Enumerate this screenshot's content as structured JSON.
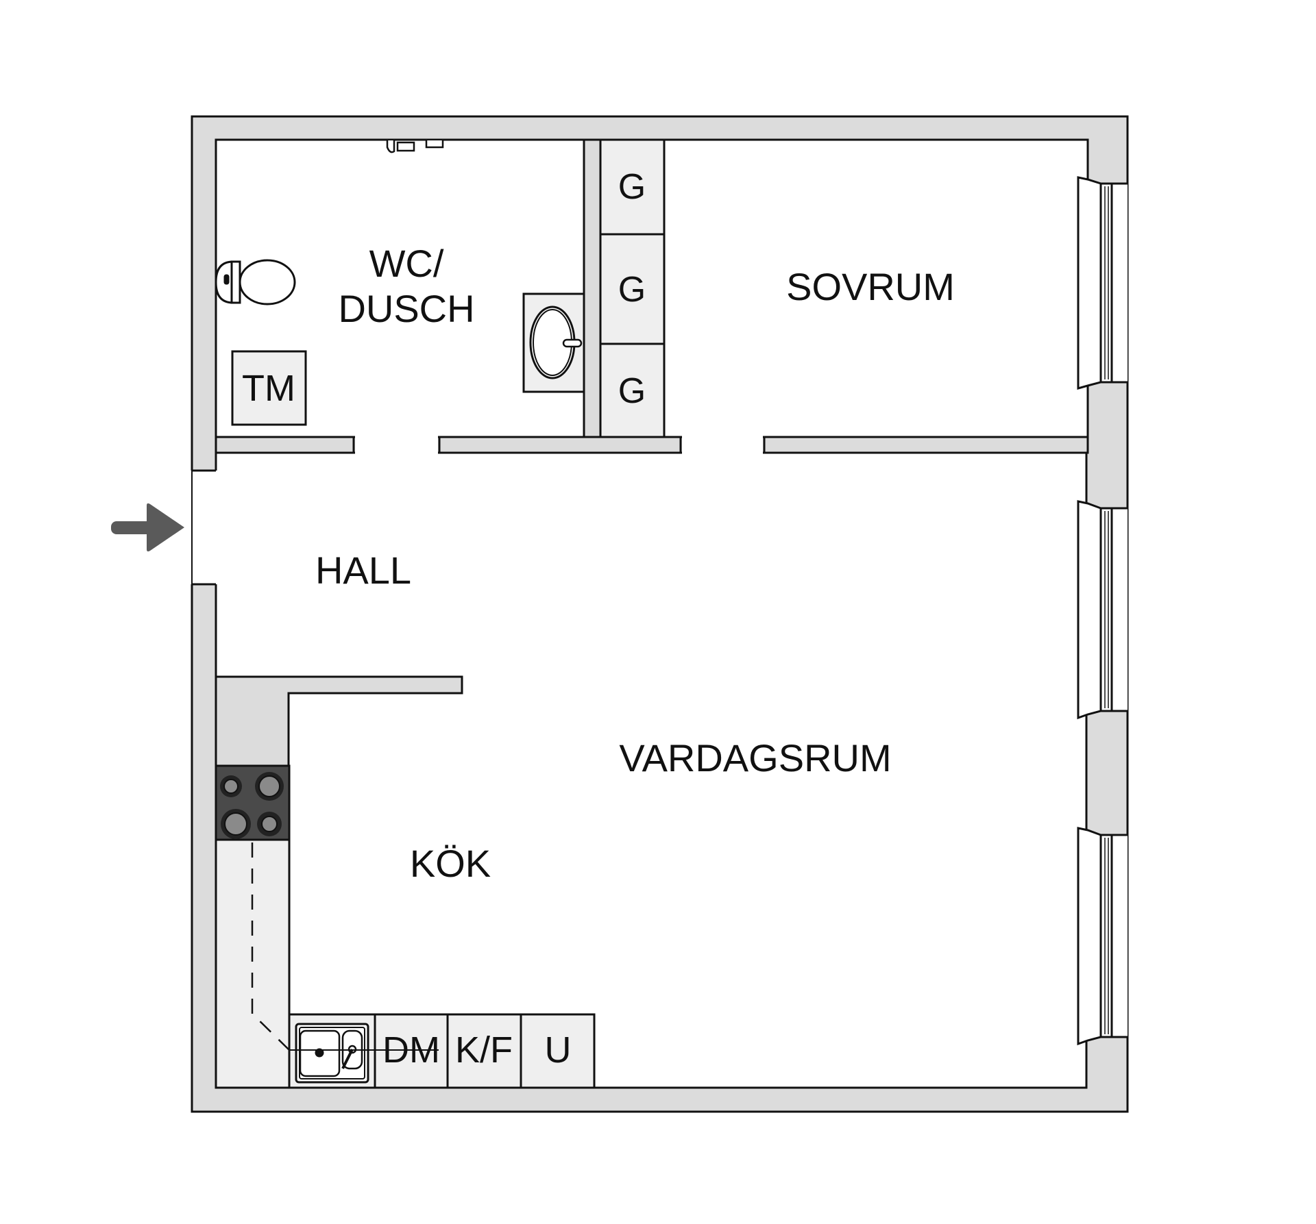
{
  "plan": {
    "colors": {
      "wall": "#dcdcdc",
      "fixture": "#efefef",
      "stroke": "#111111",
      "stove": "#4a4a4a",
      "burner": "#8a8a8a",
      "arrow": "#5a5a5a"
    },
    "rooms": {
      "wc_line1": "WC/",
      "wc_line2": "DUSCH",
      "sovrum": "SOVRUM",
      "hall": "HALL",
      "kok": "KÖK",
      "vardagsrum": "VARDAGSRUM"
    },
    "fixtures": {
      "tm": "TM",
      "closets": [
        "G",
        "G",
        "G"
      ],
      "dm": "DM",
      "kf": "K/F",
      "u": "U"
    },
    "icons": {
      "entrance": "entrance-arrow-icon",
      "toilet": "toilet-icon",
      "washbasin": "washbasin-icon",
      "shower": "shower-icon",
      "stove": "stove-icon",
      "sink": "kitchen-sink-icon",
      "window": "window-icon"
    }
  }
}
